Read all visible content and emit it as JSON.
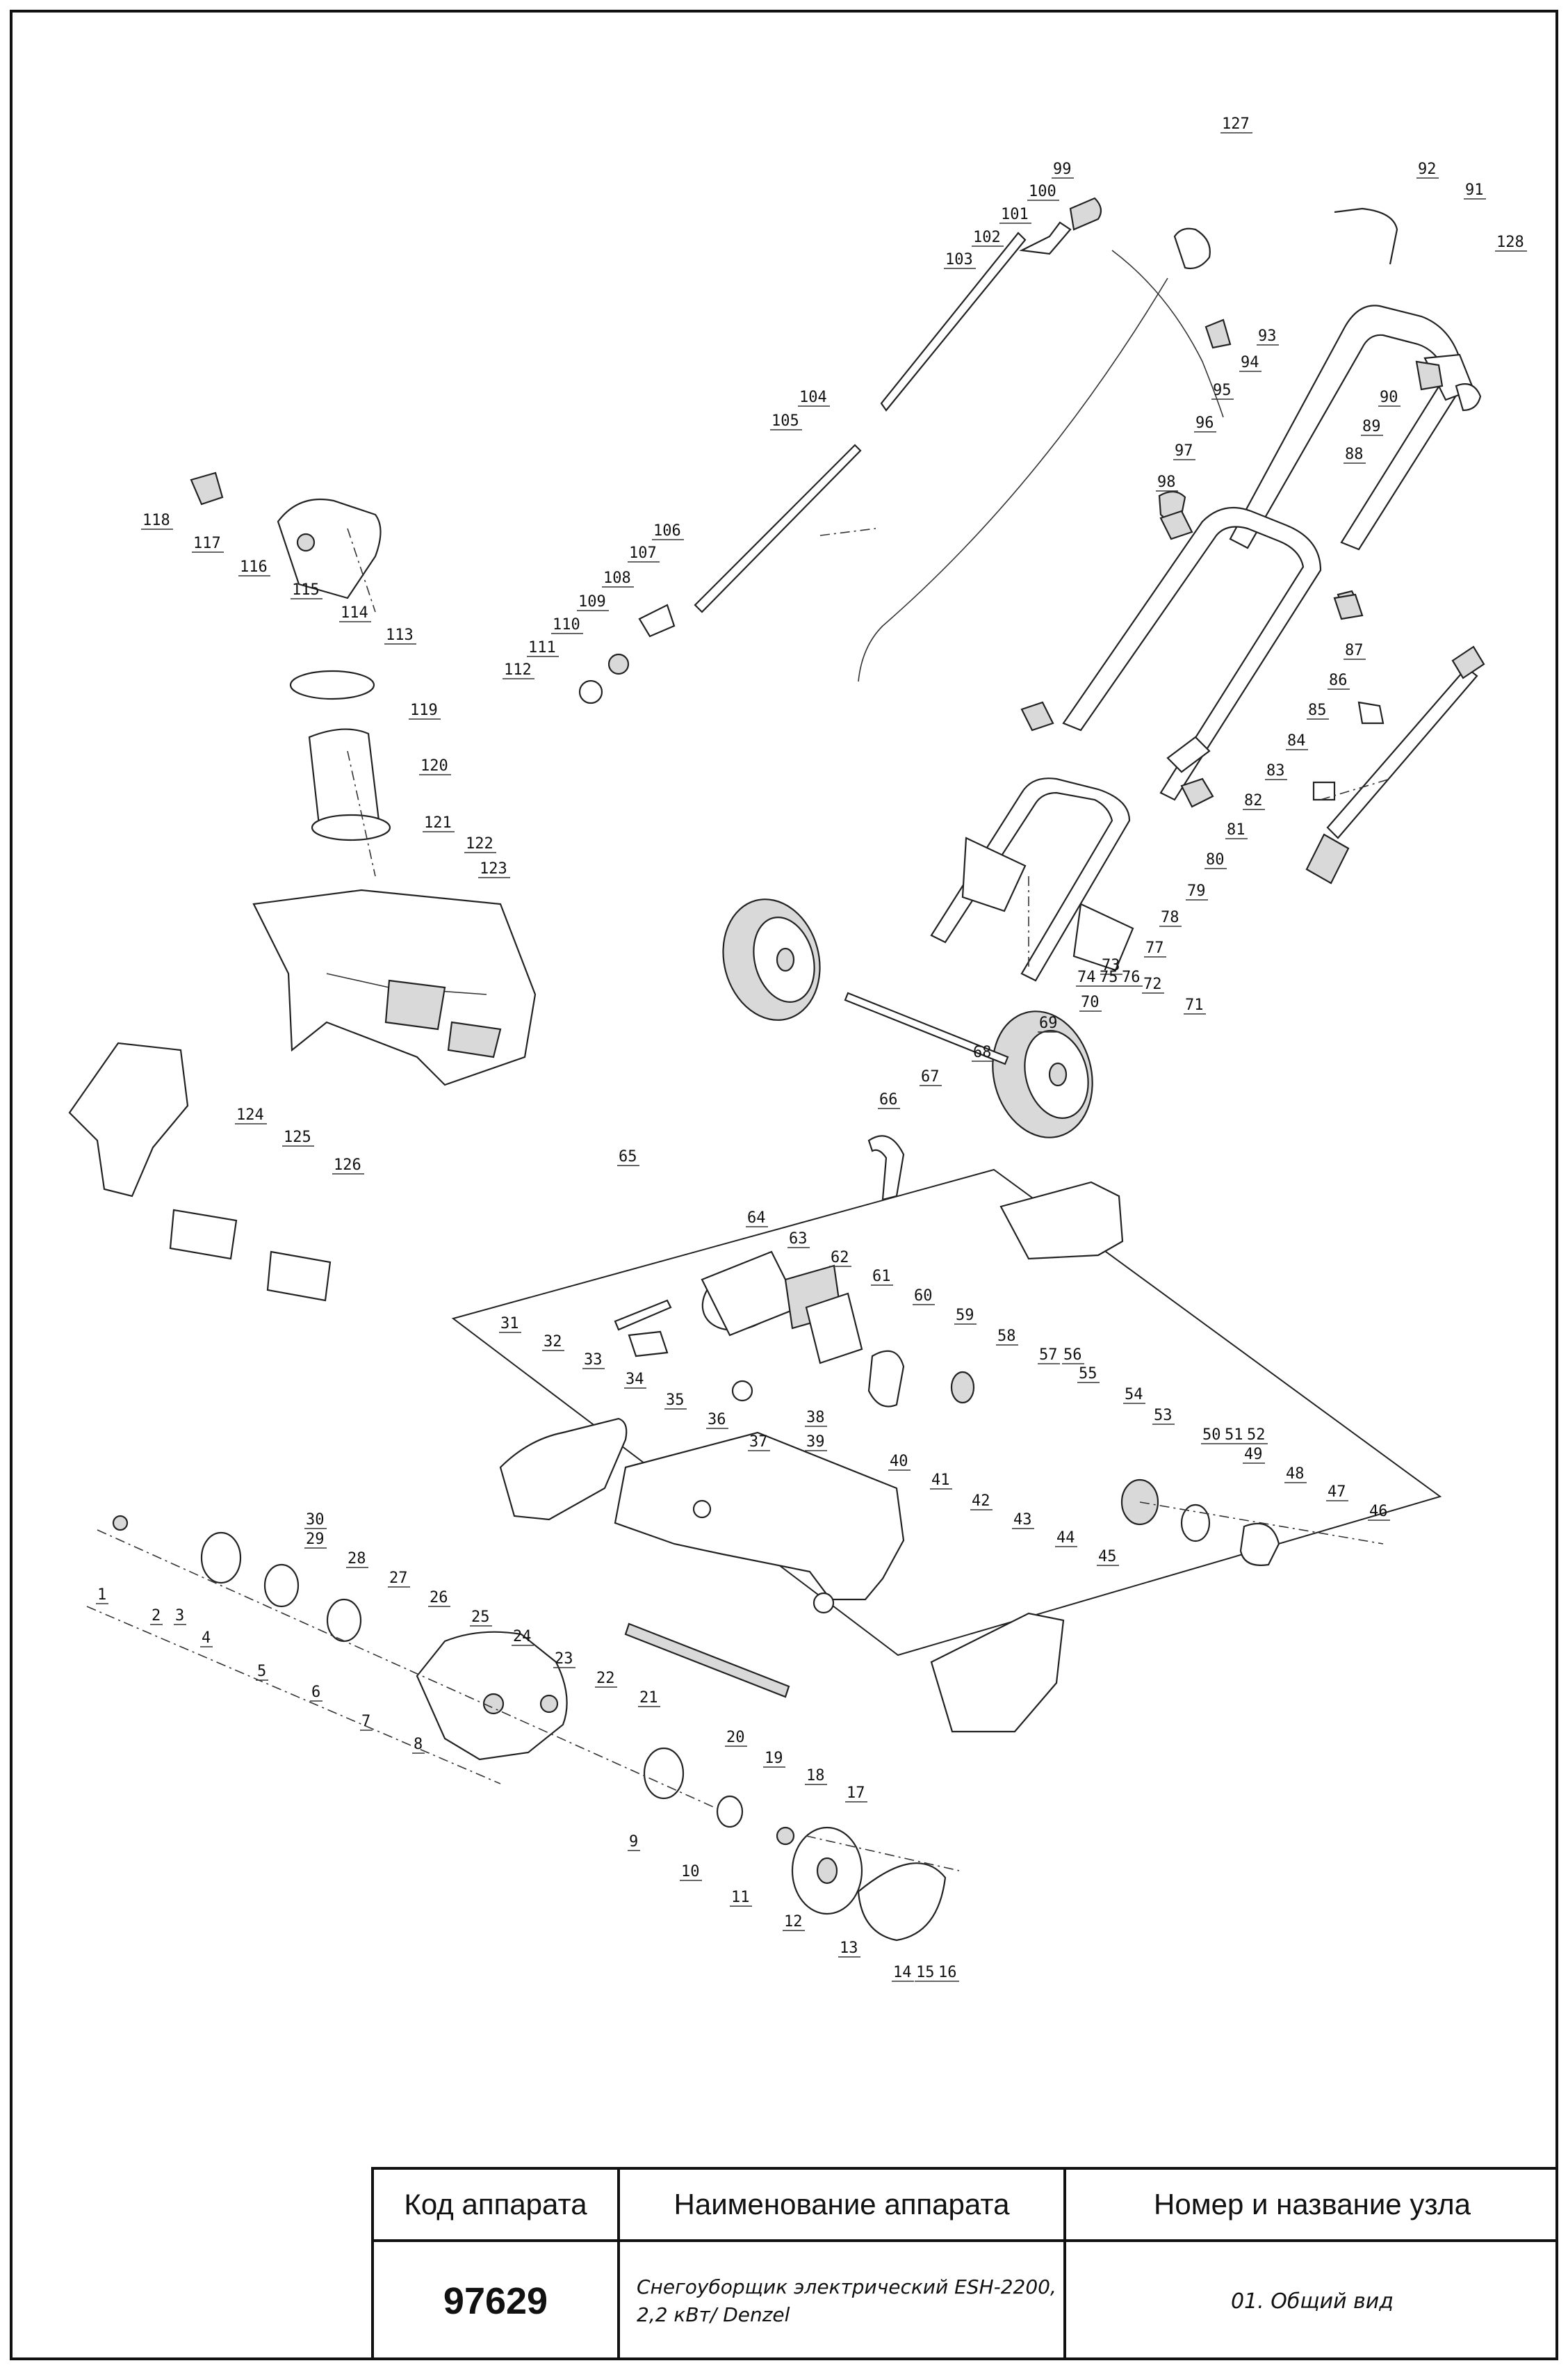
{
  "drawing": {
    "part_labels": [
      "1",
      "2",
      "3",
      "4",
      "5",
      "6",
      "7",
      "8",
      "9",
      "10",
      "11",
      "12",
      "13",
      "14",
      "15",
      "16",
      "17",
      "18",
      "19",
      "20",
      "21",
      "22",
      "23",
      "24",
      "25",
      "26",
      "27",
      "28",
      "29",
      "30",
      "31",
      "32",
      "33",
      "34",
      "35",
      "36",
      "37",
      "38",
      "39",
      "40",
      "41",
      "42",
      "43",
      "44",
      "45",
      "46",
      "47",
      "48",
      "49",
      "50",
      "51",
      "52",
      "53",
      "54",
      "55",
      "56",
      "57",
      "58",
      "59",
      "60",
      "61",
      "62",
      "63",
      "64",
      "65",
      "66",
      "67",
      "68",
      "69",
      "70",
      "71",
      "72",
      "73",
      "74",
      "75",
      "76",
      "77",
      "78",
      "79",
      "80",
      "81",
      "82",
      "83",
      "84",
      "85",
      "86",
      "87",
      "88",
      "89",
      "90",
      "91",
      "92",
      "93",
      "94",
      "95",
      "96",
      "97",
      "98",
      "99",
      "100",
      "101",
      "102",
      "103",
      "104",
      "105",
      "106",
      "107",
      "108",
      "109",
      "110",
      "111",
      "112",
      "113",
      "114",
      "115",
      "116",
      "117",
      "118",
      "119",
      "120",
      "121",
      "122",
      "123",
      "124",
      "125",
      "126",
      "127",
      "128"
    ]
  },
  "title_block": {
    "headers": {
      "code": "Код аппарата",
      "name": "Наименование аппарата",
      "unit": "Номер и название узла"
    },
    "values": {
      "code": "97629",
      "name": "Снегоуборщик электрический ESH-2200,\n2,2 кВт/ Denzel",
      "unit": "01. Общий вид"
    }
  }
}
